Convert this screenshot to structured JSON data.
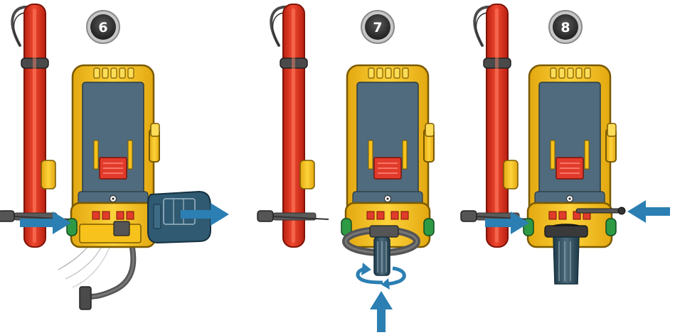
{
  "colors": {
    "pole_red": "#e8321e",
    "body_yellow": "#f7c21b",
    "body_outline": "#7a5a00",
    "screen_slate": "#4f6b7d",
    "latch_red": "#e13b2c",
    "arrow_blue": "#2b7fb3",
    "strap_gray": "#555555",
    "badge_dark": "#333333",
    "badge_ring": "#bdbdbd",
    "cap_green": "#2e9a44",
    "module_slate": "#2f5a72"
  },
  "steps": [
    {
      "number": "6",
      "icons": [
        "install-pole-icon",
        "device-body-icon",
        "remove-module-icon",
        "push-arrow-icon",
        "pull-arrow-icon"
      ]
    },
    {
      "number": "7",
      "icons": [
        "install-pole-icon",
        "device-body-icon",
        "ring-strap-icon",
        "rotate-arrow-icon",
        "push-up-arrow-icon"
      ]
    },
    {
      "number": "8",
      "icons": [
        "install-pole-icon",
        "device-body-icon",
        "knob-icon",
        "push-arrow-icon",
        "insert-pin-arrow-icon"
      ]
    }
  ]
}
